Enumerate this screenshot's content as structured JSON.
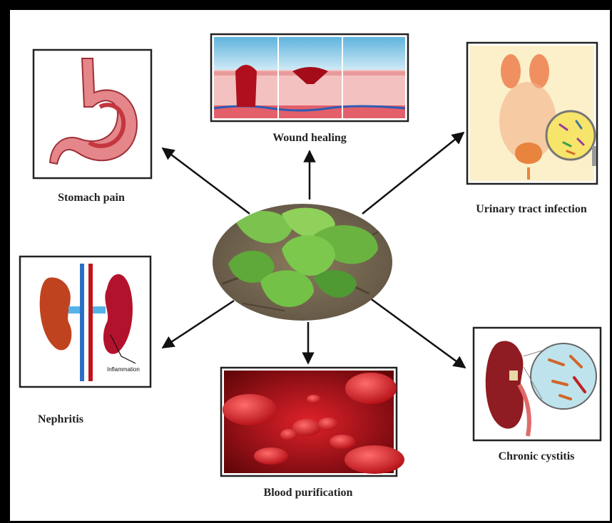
{
  "nodes": {
    "center": {
      "icon": "leaf-plant"
    },
    "wound_healing": {
      "label": "Wound healing",
      "icon": "skin-wound"
    },
    "stomach_pain": {
      "label": "Stomach pain",
      "icon": "stomach"
    },
    "urinary_tract_infection": {
      "label": "Urinary tract infection",
      "icon": "bladder-bacteria"
    },
    "nephritis": {
      "label": "Nephritis",
      "icon": "kidneys",
      "callout": "Inflammation"
    },
    "blood_purification": {
      "label": "Blood purification",
      "icon": "red-blood-cells"
    },
    "chronic_cystitis": {
      "label": "Chronic cystitis",
      "icon": "kidney-bacteria"
    }
  },
  "colors": {
    "leaf": "#6cc04a",
    "blood": "#c0141c",
    "skin": "#f2b8b8",
    "sky": "#8ec9e6",
    "kidney": "#b0271f",
    "vein": "#2a6fc7"
  }
}
